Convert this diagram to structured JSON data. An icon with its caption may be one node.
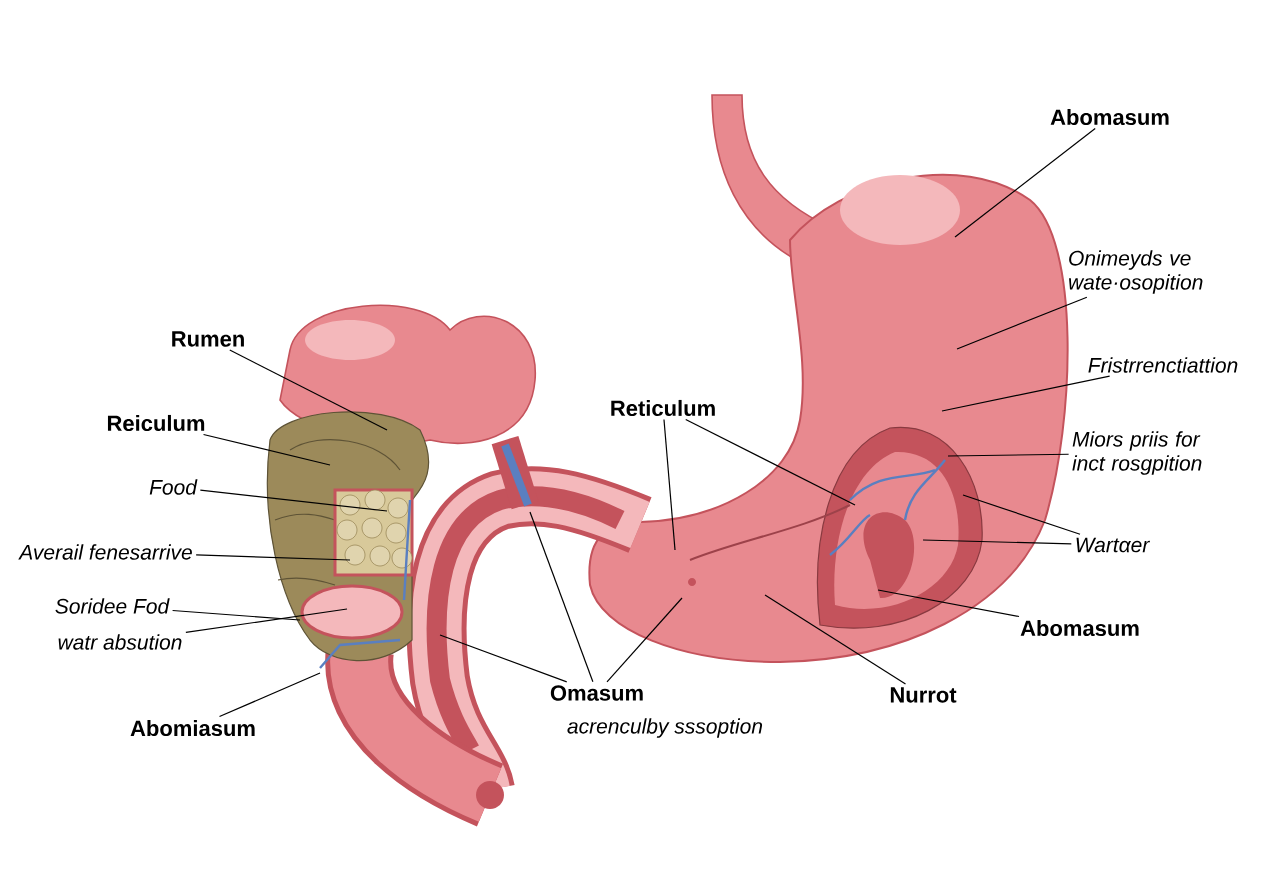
{
  "diagram": {
    "nodes": [
      {
        "text": [
          "Rumen"
        ]
      },
      {
        "text": [
          "Reiculum"
        ]
      },
      {
        "text": [
          "Food"
        ]
      },
      {
        "text": [
          "Averail fenesarrive"
        ]
      },
      {
        "text": [
          "Soridee Fod"
        ]
      },
      {
        "text": [
          "watr absution"
        ]
      },
      {
        "text": [
          "Abomiasum"
        ]
      },
      {
        "text": [
          "Abomasum"
        ]
      },
      {
        "text": [
          "Onimeyds ve wate·osopition"
        ]
      },
      {
        "text": [
          "Fristrrenctiattion"
        ]
      },
      {
        "text": [
          "Miors priis for inct rosgpition"
        ]
      },
      {
        "text": [
          "Wartαer"
        ]
      },
      {
        "text": [
          "Abomasum"
        ]
      },
      {
        "text": [
          "Nurrot"
        ]
      },
      {
        "text": [
          "Reticulum"
        ]
      },
      {
        "text": [
          "Omasum"
        ]
      },
      {
        "text": [
          "acrenculby sssoption"
        ]
      }
    ],
    "edges": [
      {
        "from": 0,
        "to": null,
        "arrow": "none"
      },
      {
        "from": 1,
        "to": null,
        "arrow": "none"
      },
      {
        "from": 2,
        "to": null,
        "arrow": "none"
      },
      {
        "from": 3,
        "to": null,
        "arrow": "none"
      },
      {
        "from": 4,
        "to": null,
        "arrow": "none"
      },
      {
        "from": 5,
        "to": null,
        "arrow": "none"
      },
      {
        "from": 6,
        "to": null,
        "arrow": "none"
      },
      {
        "from": 7,
        "to": null,
        "arrow": "none"
      },
      {
        "from": 8,
        "to": null,
        "arrow": "none"
      },
      {
        "from": 9,
        "to": null,
        "arrow": "none"
      },
      {
        "from": 10,
        "to": null,
        "arrow": "none"
      },
      {
        "from": 11,
        "to": null,
        "arrow": "none"
      },
      {
        "from": 11,
        "to": null,
        "arrow": "none"
      },
      {
        "from": 12,
        "to": null,
        "arrow": "none"
      },
      {
        "from": 13,
        "to": null,
        "arrow": "none"
      },
      {
        "from": 14,
        "to": null,
        "arrow": "none"
      },
      {
        "from": 14,
        "to": null,
        "arrow": "none"
      },
      {
        "from": 15,
        "to": null,
        "arrow": "none"
      },
      {
        "from": 15,
        "to": null,
        "arrow": "none"
      },
      {
        "from": 15,
        "to": null,
        "arrow": "none"
      }
    ]
  }
}
